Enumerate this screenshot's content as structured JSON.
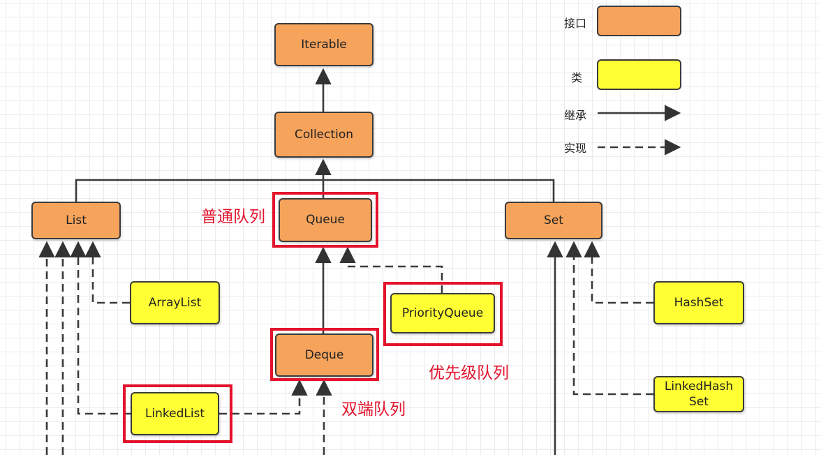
{
  "nodes": {
    "iterable": "Iterable",
    "collection": "Collection",
    "list": "List",
    "queue": "Queue",
    "set": "Set",
    "arraylist": "ArrayList",
    "priorityqueue": "PriorityQueue",
    "deque": "Deque",
    "linkedlist": "LinkedList",
    "hashset": "HashSet",
    "linkedhashset_line1": "LinkedHash",
    "linkedhashset_line2": "Set"
  },
  "annotations": {
    "queue_note": "普通队列",
    "priorityqueue_note": "优先级队列",
    "deque_note": "双端队列"
  },
  "legend": {
    "interface_label": "接口",
    "class_label": "类",
    "inherit_label": "继承",
    "implement_label": "实现"
  },
  "colors": {
    "interface_fill": "#f6a35c",
    "class_fill": "#ffff33",
    "highlight": "#e3132d",
    "line": "#3b3b3b"
  }
}
